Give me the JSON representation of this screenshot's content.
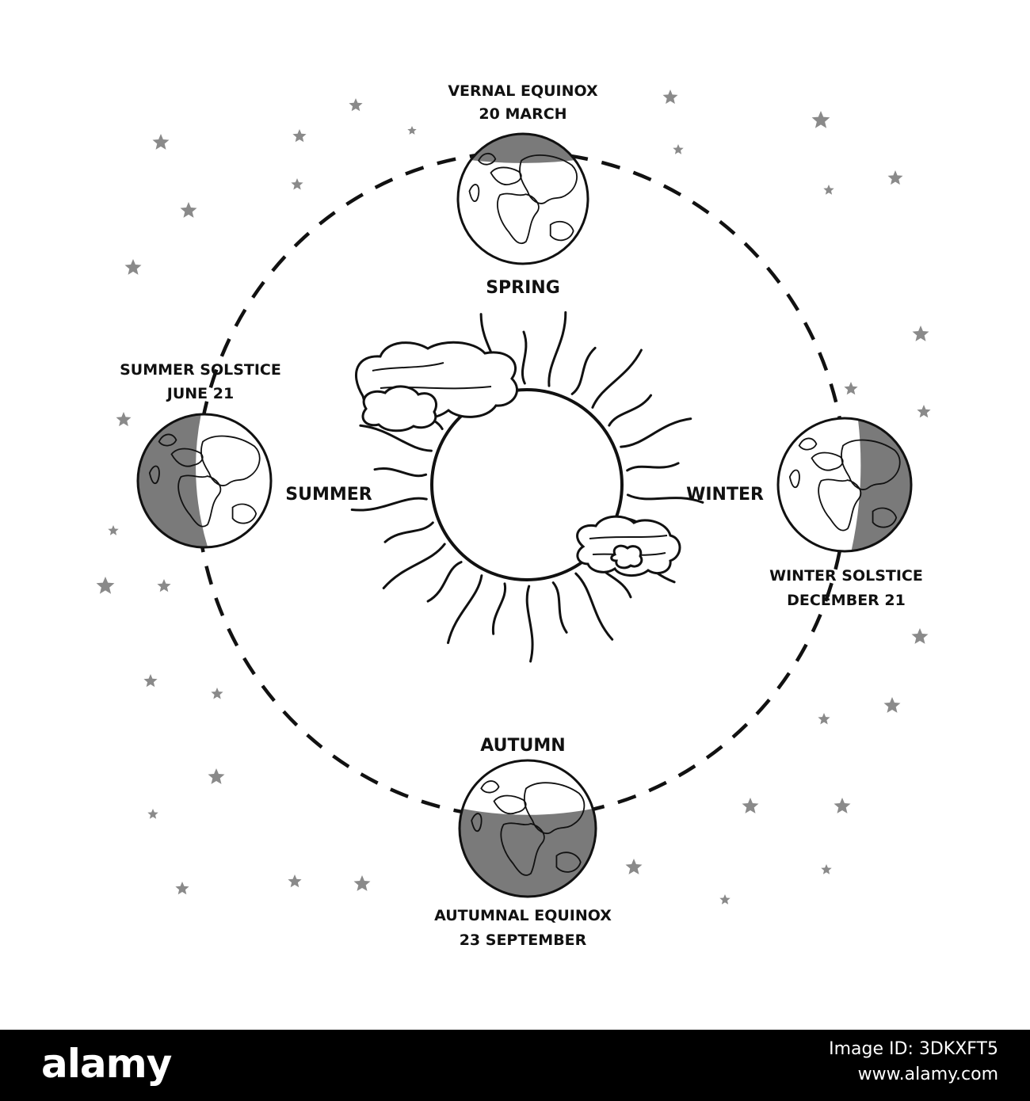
{
  "labels": {
    "vernal_equinox": "VERNAL EQUINOX",
    "vernal_date": "20 MARCH",
    "spring": "SPRING",
    "summer_solstice": "SUMMER SOLSTICE",
    "summer_date": "JUNE 21",
    "summer": "SUMMER",
    "winter": "WINTER",
    "winter_solstice": "WINTER SOLSTICE",
    "winter_date": "DECEMBER 21",
    "autumn": "AUTUMN",
    "autumnal_equinox": "AUTUMNAL EQUINOX",
    "autumnal_date": "23 SEPTEMBER"
  },
  "colors": {
    "line": "#111111",
    "shadow": "#7a7a7a",
    "star": "#8a8a8a",
    "background": "#ffffff",
    "stock_bar": "#000000"
  },
  "icons": {
    "sun": "sun-icon",
    "cloud": "cloud-icon",
    "earth": "earth-icon",
    "star": "star-icon"
  },
  "stock": {
    "logo": "alamy",
    "image_id": "Image ID: 3DKXFT5",
    "url": "www.alamy.com"
  }
}
